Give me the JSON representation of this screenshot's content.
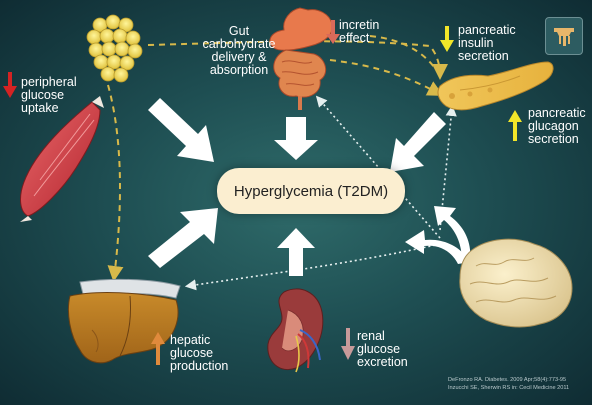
{
  "center": {
    "label": "Hyperglycemia (T2DM)"
  },
  "organs": {
    "gut": {
      "label": "Gut\ncarbohydrate\ndelivery &\nabsorption"
    },
    "incretin": {
      "label": "incretin\neffect",
      "arrow": "down",
      "arrow_color": "#d96a5a"
    },
    "pancreas_insulin": {
      "label": "pancreatic\ninsulin\nsecretion",
      "arrow": "down",
      "arrow_color": "#f2e629"
    },
    "pancreas_glucagon": {
      "label": "pancreatic\nglucagon\nsecretion",
      "arrow": "up",
      "arrow_color": "#f2e629"
    },
    "peripheral": {
      "label": "peripheral\nglucose\nuptake",
      "arrow": "down",
      "arrow_color": "#d42323"
    },
    "hepatic": {
      "label": "hepatic\nglucose\nproduction",
      "arrow": "up",
      "arrow_color": "#e08a3c"
    },
    "renal": {
      "label": "renal\nglucose\nexcretion",
      "arrow": "down",
      "arrow_color": "#c89a9a"
    }
  },
  "citation": "DeFronzo RA. Diabetes. 2009 Apr;58(4):773-95\nInzucchi SE, Sherwin RS in: Cecil Medicine 2011",
  "colors": {
    "block_arrow": "#ffffff",
    "dashed_link": "#d8b94a",
    "dotted_link": "#e6f0f0",
    "center_fill": "#fbeed0"
  }
}
